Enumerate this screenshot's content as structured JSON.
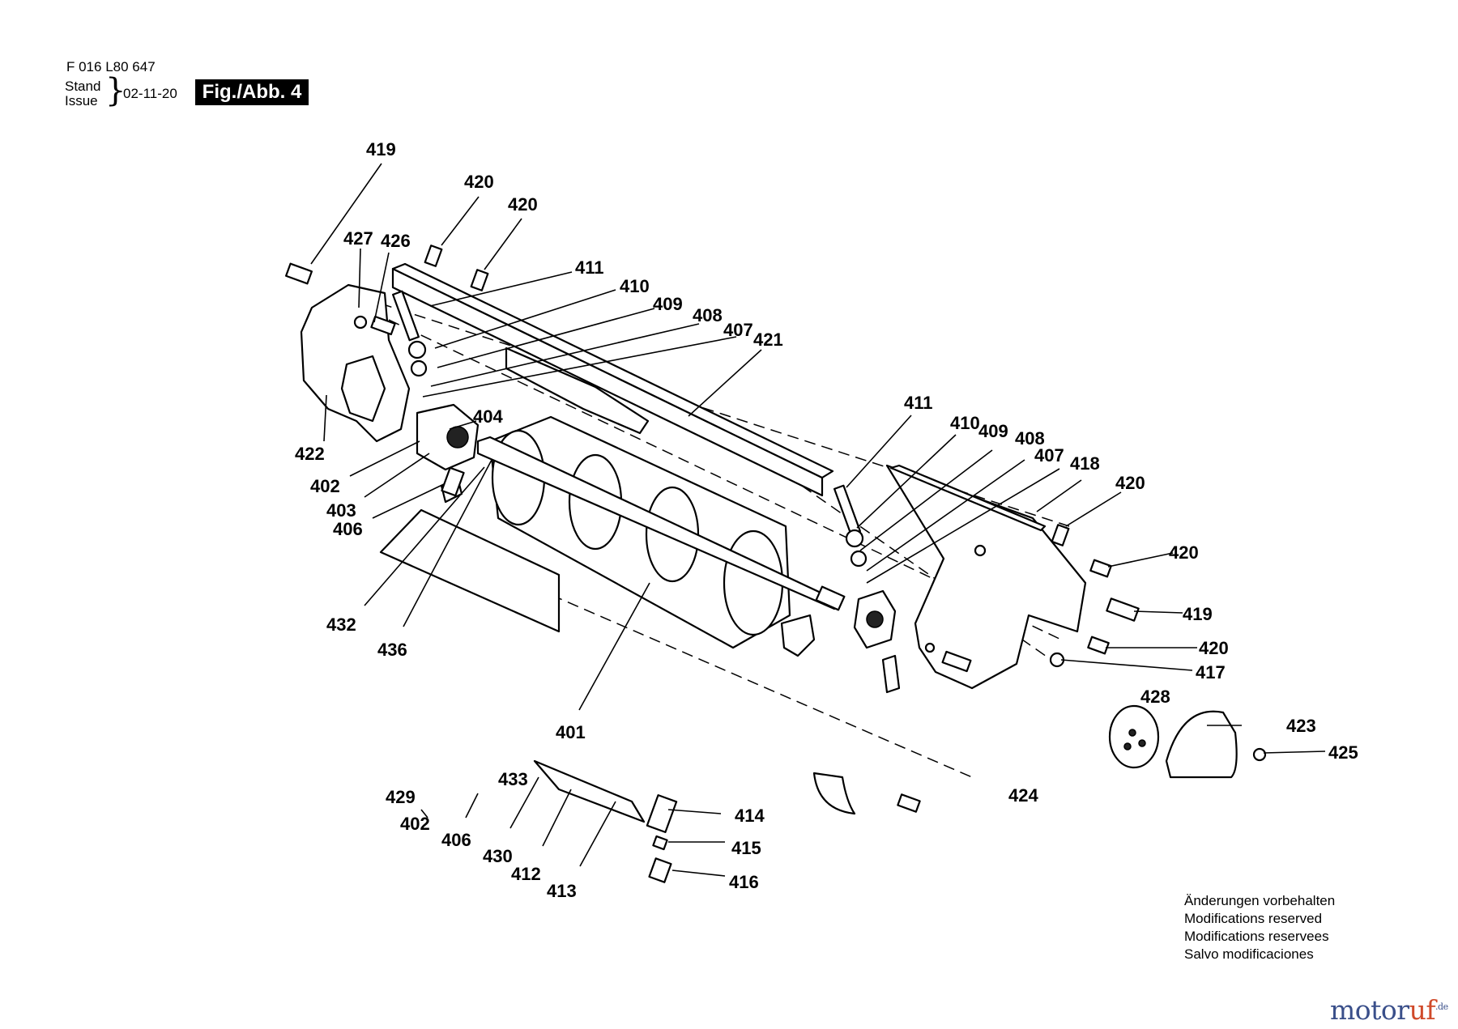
{
  "header": {
    "doc_number": "F 016 L80 647",
    "stand_label": "Stand",
    "issue_label": "Issue",
    "issue_date": "02-11-20",
    "figure_label": "Fig./Abb. 4"
  },
  "notice": [
    "Änderungen vorbehalten",
    "Modifications reserved",
    "Modifications reservees",
    "Salvo modificaciones"
  ],
  "watermark": {
    "brand_main": "motor",
    "brand_accent": "uf",
    "suffix": ".de",
    "colors": {
      "main": "#3a4f8a",
      "accent": "#d04a2a"
    }
  },
  "callouts": {
    "c419a": "419",
    "c420a": "420",
    "c420b": "420",
    "c427": "427",
    "c426": "426",
    "c411a": "411",
    "c410a": "410",
    "c409a": "409",
    "c408a": "408",
    "c407a": "407",
    "c421": "421",
    "c422": "422",
    "c404": "404",
    "c402a": "402",
    "c403": "403",
    "c406a": "406",
    "c432": "432",
    "c436": "436",
    "c401": "401",
    "c411b": "411",
    "c410b": "410",
    "c409b": "409",
    "c408b": "408",
    "c407b": "407",
    "c418": "418",
    "c420c": "420",
    "c420d": "420",
    "c419b": "419",
    "c420e": "420",
    "c417": "417",
    "c428": "428",
    "c423": "423",
    "c425": "425",
    "c424": "424",
    "c433": "433",
    "c429": "429",
    "c402b": "402",
    "c406b": "406",
    "c430": "430",
    "c412": "412",
    "c413": "413",
    "c414": "414",
    "c415": "415",
    "c416": "416"
  }
}
